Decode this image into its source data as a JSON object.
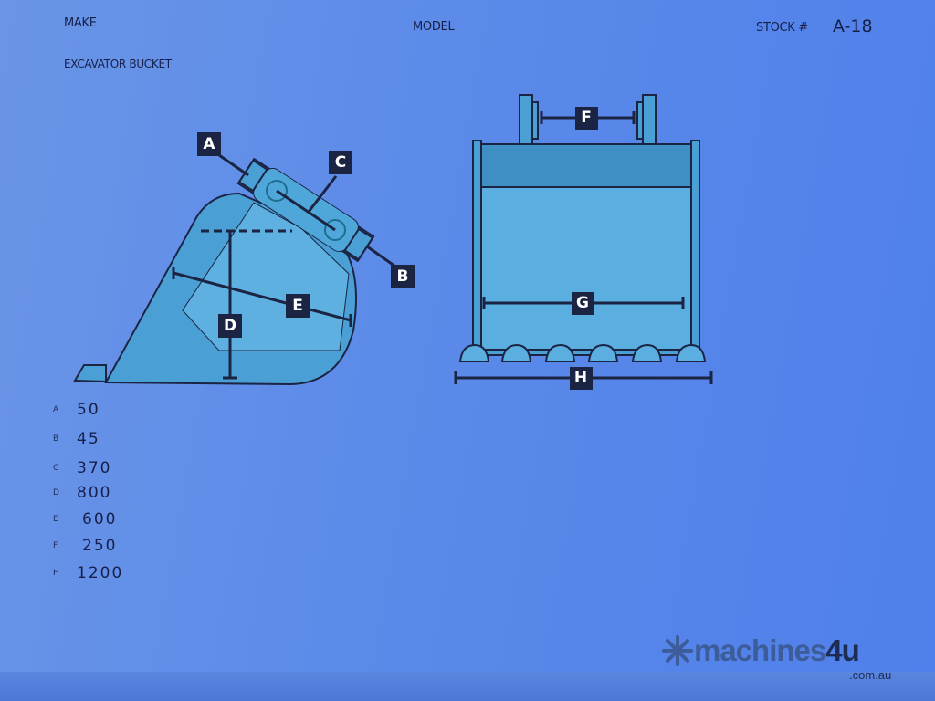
{
  "header": {
    "make_label": "MAKE",
    "model_label": "MODEL",
    "stock_label": "STOCK #",
    "stock_value": "A-18",
    "item_description": "EXCAVATOR BUCKET"
  },
  "diagram": {
    "side_view_labels": [
      "A",
      "B",
      "C",
      "D",
      "E"
    ],
    "front_view_labels": [
      "F",
      "G",
      "H"
    ],
    "colors": {
      "bucket_fill": "#4a9fd4",
      "band_fill": "#3f8fc4",
      "inner_fill": "#5db0e0",
      "line": "#1b2443",
      "label_bg": "#1b2443"
    }
  },
  "dimensions": [
    {
      "key": "A",
      "value": "50"
    },
    {
      "key": "B",
      "value": "45"
    },
    {
      "key": "C",
      "value": "370"
    },
    {
      "key": "D",
      "value": "800"
    },
    {
      "key": "E",
      "value": "600"
    },
    {
      "key": "F",
      "value": "250"
    },
    {
      "key": "H",
      "value": "1200"
    }
  ],
  "watermark": {
    "brand": "machines",
    "brand_number": "4u",
    "domain": ".com.au"
  }
}
